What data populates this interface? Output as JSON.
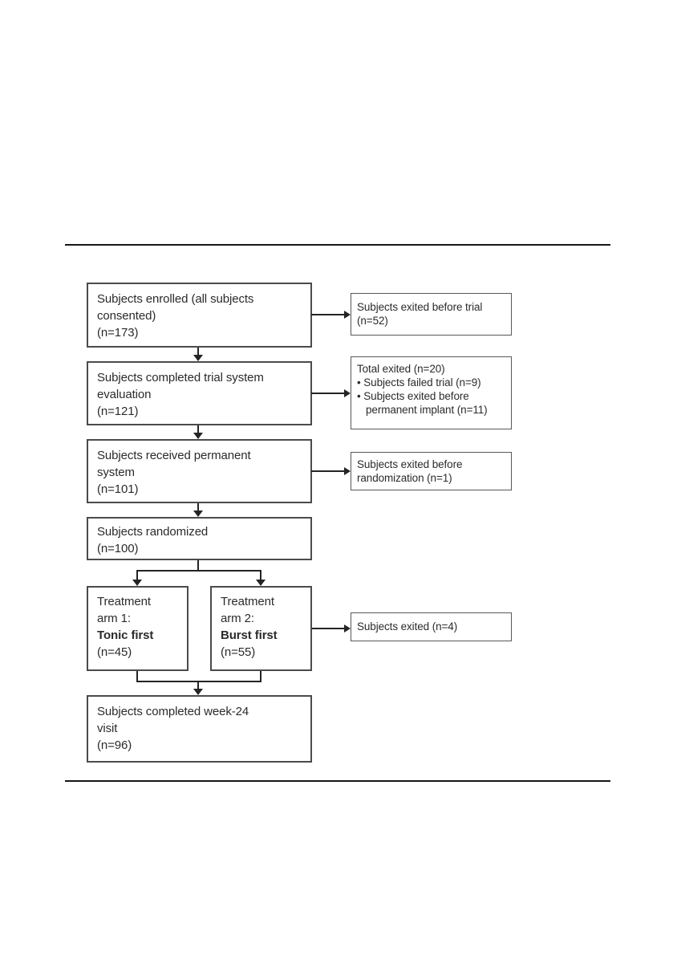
{
  "palette": {
    "background": "#ffffff",
    "box_border": "#4b4b4b",
    "connector": "#242424",
    "text": "#2b2b2b"
  },
  "figure": {
    "boxes": {
      "enrolled": {
        "text": "Subjects enrolled (all subjects\nconsented)\n(n=173)"
      },
      "trial_eval": {
        "text": "Subjects completed trial system\nevaluation\n(n=121)"
      },
      "permanent": {
        "text": "Subjects received permanent\nsystem\n(n=101)"
      },
      "randomized": {
        "text": "Subjects randomized\n(n=100)"
      },
      "arm1": {
        "top": "Treatment\narm 1:",
        "bold": "Tonic first",
        "n": "(n=45)"
      },
      "arm2": {
        "top": "Treatment\narm 2:",
        "bold": "Burst first",
        "n": "(n=55)"
      },
      "week24": {
        "text": "Subjects completed week-24\nvisit\n(n=96)"
      }
    },
    "side_boxes": {
      "exited_before_trial": {
        "text": "Subjects exited before trial\n(n=52)"
      },
      "total_exited": {
        "title": "Total exited (n=20)",
        "bullets": [
          "• Subjects failed trial (n=9)",
          "• Subjects exited before permanent implant (n=11)"
        ]
      },
      "exited_before_randomization": {
        "text": "Subjects exited before\nrandomization (n=1)"
      },
      "exited": {
        "text": "Subjects exited (n=4)"
      }
    }
  }
}
